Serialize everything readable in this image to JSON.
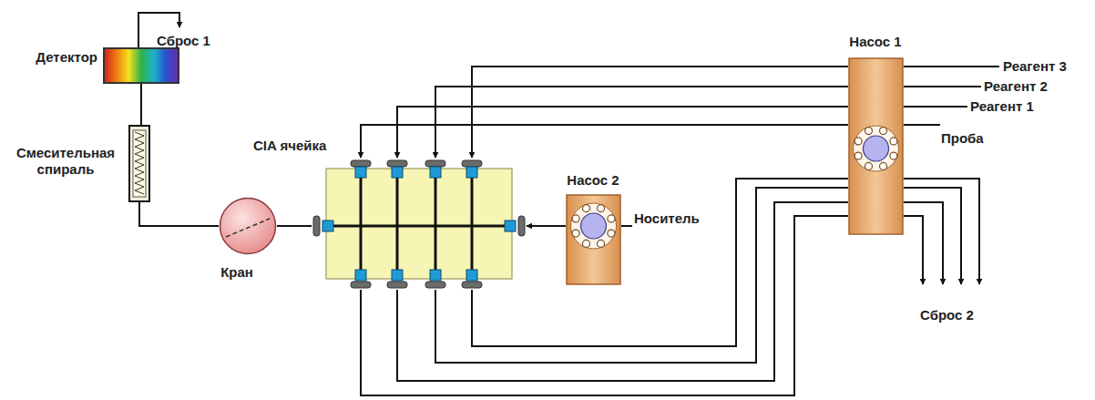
{
  "diagram": {
    "nodes": [
      {
        "text": [
          "Детектор"
        ]
      },
      {
        "text": [
          "Смесительная спираль"
        ]
      },
      {
        "text": [
          "Кран"
        ]
      },
      {
        "text": [
          "CIA ячейка"
        ]
      },
      {
        "text": [
          "Насос 2"
        ]
      },
      {
        "text": [
          "Насос 1"
        ]
      }
    ],
    "edges": [
      {
        "from": 0,
        "to": 1,
        "arrow": "none"
      },
      {
        "from": 1,
        "to": 2,
        "arrow": "none"
      },
      {
        "from": 2,
        "to": 3,
        "arrow": "none"
      },
      {
        "from": 4,
        "to": 3,
        "arrow": "to"
      },
      {
        "from": 5,
        "to": 3,
        "arrow": "to"
      },
      {
        "from": 5,
        "to": 3,
        "arrow": "to"
      },
      {
        "from": 5,
        "to": 3,
        "arrow": "to"
      },
      {
        "from": 5,
        "to": 3,
        "arrow": "to"
      },
      {
        "from": 3,
        "to": 5,
        "arrow": "none"
      },
      {
        "from": 3,
        "to": 5,
        "arrow": "none"
      },
      {
        "from": 3,
        "to": 5,
        "arrow": "none"
      },
      {
        "from": 3,
        "to": 5,
        "arrow": "none"
      }
    ],
    "labels": [
      "Сброс 1",
      "Реагент 3",
      "Реагент 2",
      "Реагент 1",
      "Проба",
      "Носитель",
      "Сброс 2"
    ]
  }
}
